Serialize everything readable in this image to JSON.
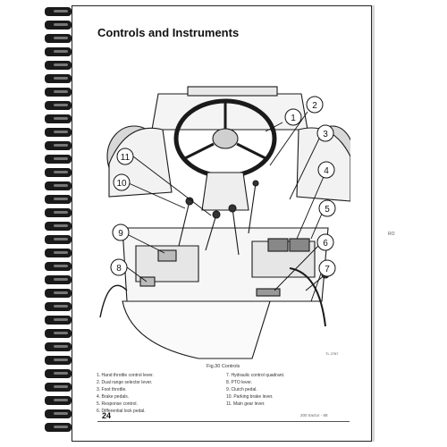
{
  "page": {
    "title": "Controls and Instruments",
    "figure_caption": "Fig.30  Controls",
    "figure_code": "TL 2787",
    "page_number": "24",
    "page_ref": "200 tractor - 88",
    "side_mark": "RO"
  },
  "callout_numbers": [
    "1",
    "2",
    "3",
    "4",
    "5",
    "6",
    "7",
    "8",
    "9",
    "10",
    "11"
  ],
  "captions_left": [
    "1.  Hand throttle control lever.",
    "2.  Dual range selector lever.",
    "3.  Foot throttle.",
    "4.  Brake pedals.",
    "5.  Response control.",
    "6.  Differential lock pedal."
  ],
  "captions_right": [
    "7.  Hydraulic control quadrant.",
    "8.  PTO lever.",
    "9.  Clutch pedal.",
    "10.  Parking brake lever.",
    "11.  Main gear lever."
  ]
}
